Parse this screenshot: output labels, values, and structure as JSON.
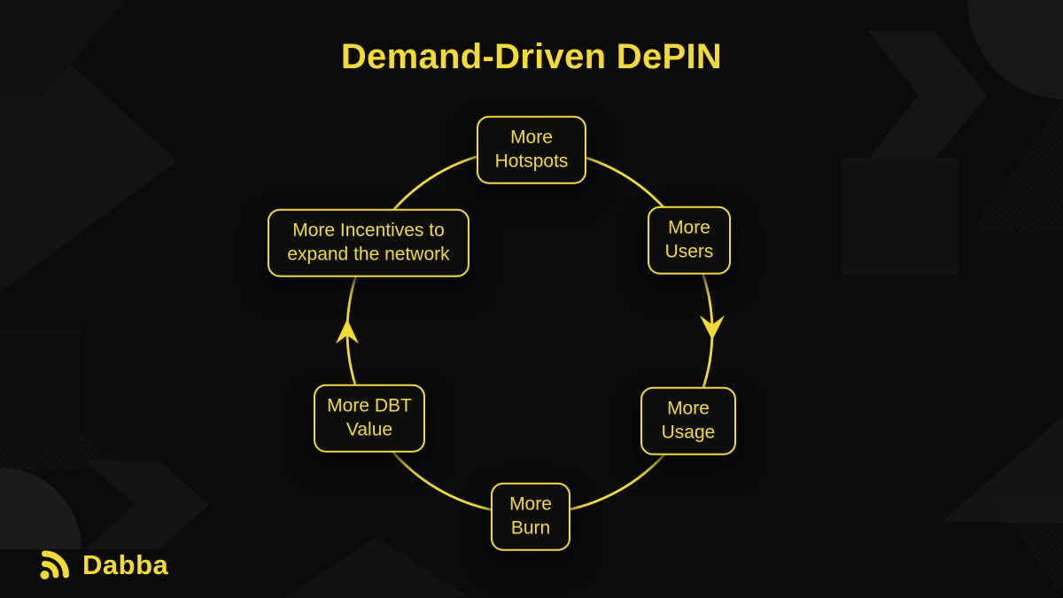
{
  "title": "Demand-Driven DePIN",
  "brand": {
    "name": "Dabba"
  },
  "colors": {
    "accent": "#F5DC2B",
    "background": "#0B0B0B",
    "node_fill": "#0D0D0C"
  },
  "diagram": {
    "type": "cycle",
    "direction": "clockwise",
    "nodes": [
      {
        "id": "more-hotspots",
        "label": "More Hotspots",
        "position": "top"
      },
      {
        "id": "more-users",
        "label": "More Users",
        "position": "upper-right"
      },
      {
        "id": "more-usage",
        "label": "More Usage",
        "position": "lower-right"
      },
      {
        "id": "more-burn",
        "label": "More Burn",
        "position": "bottom"
      },
      {
        "id": "more-dbt-value",
        "label": "More DBT Value",
        "position": "lower-left"
      },
      {
        "id": "more-incentives",
        "label": "More Incentives to expand the network",
        "position": "upper-left"
      }
    ],
    "arrows": [
      {
        "from": "more-users",
        "to": "more-usage",
        "direction": "down"
      },
      {
        "from": "more-dbt-value",
        "to": "more-incentives",
        "direction": "up"
      }
    ]
  }
}
